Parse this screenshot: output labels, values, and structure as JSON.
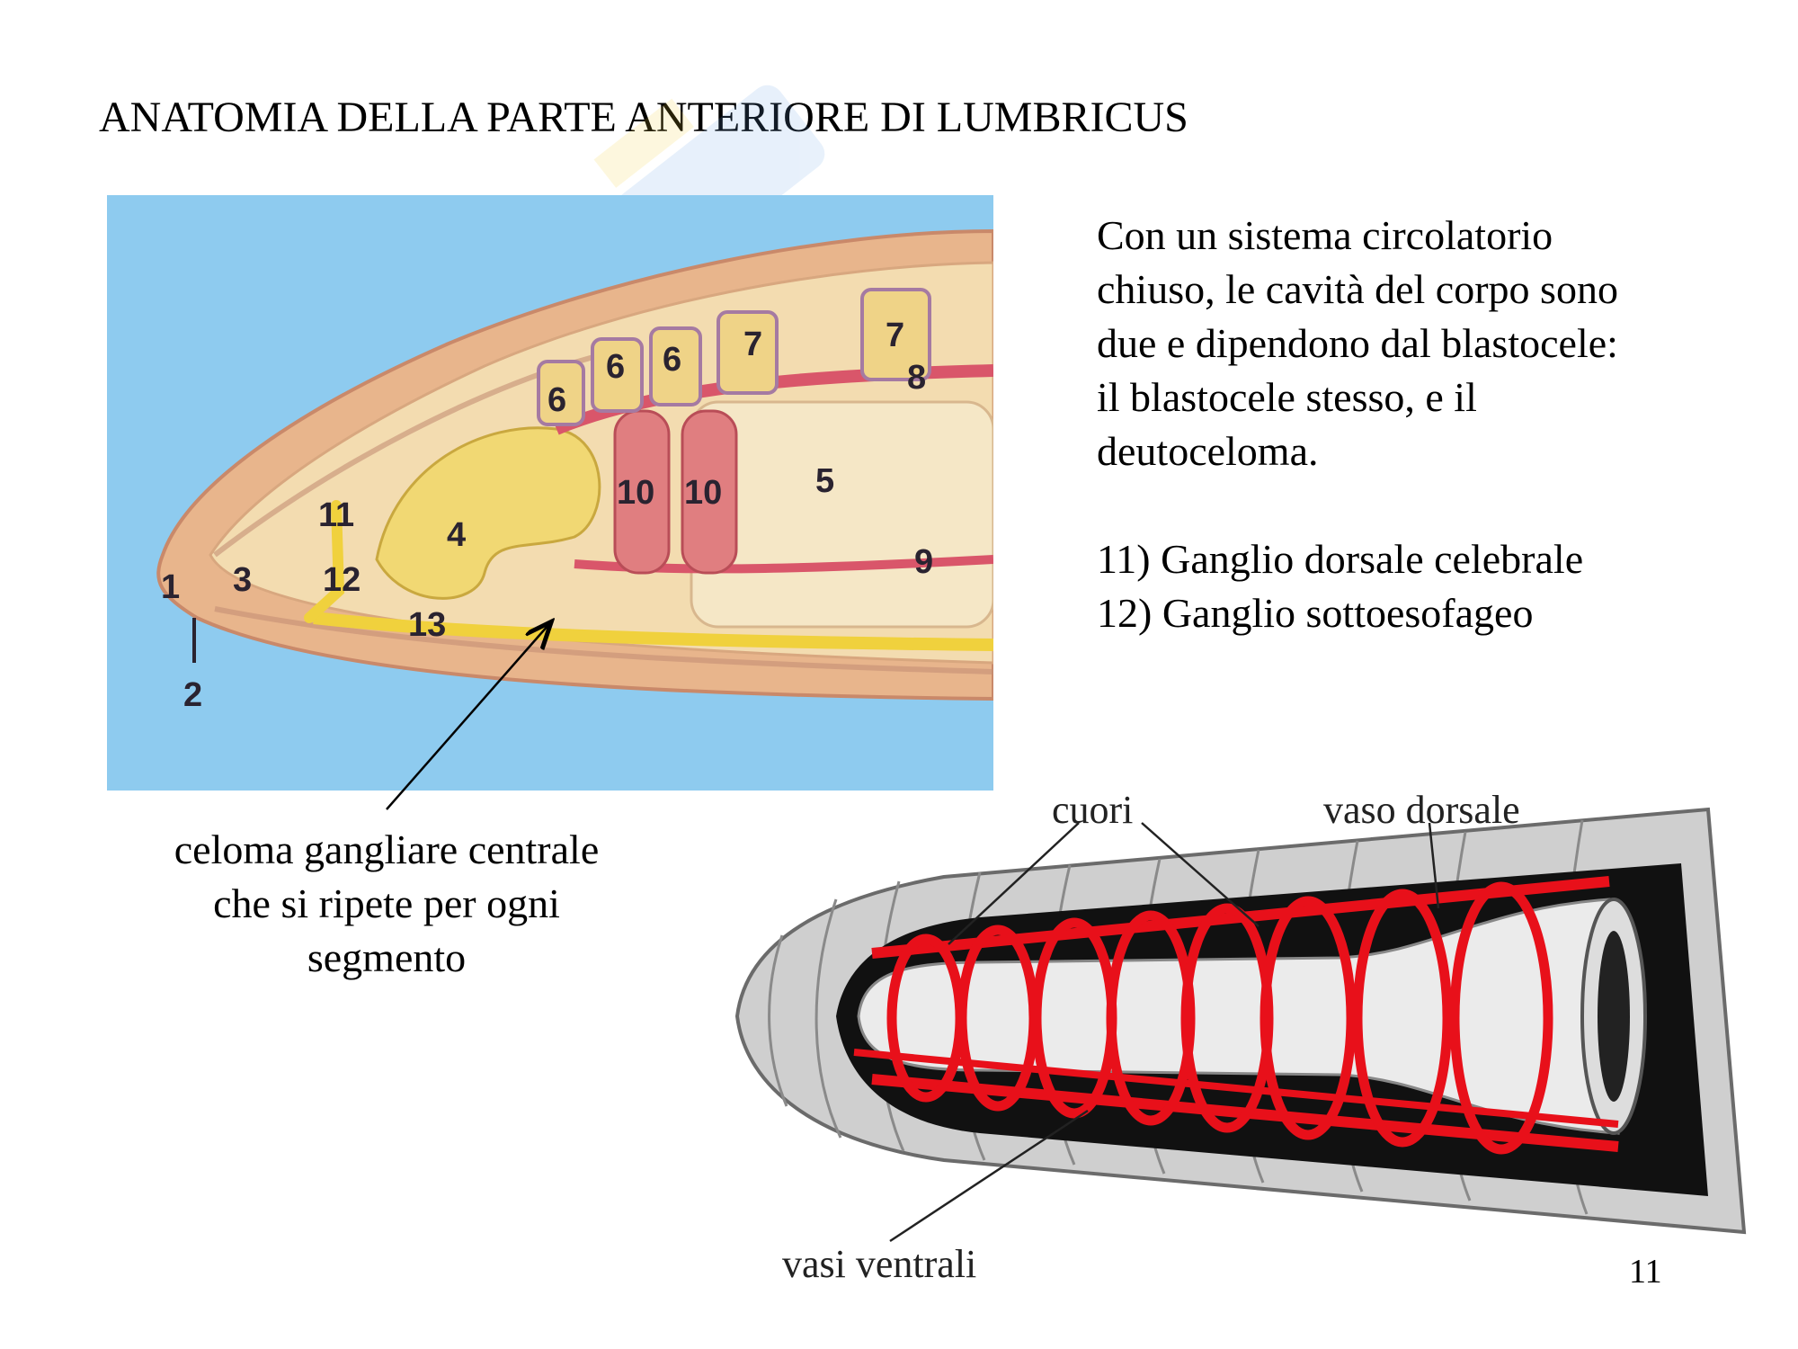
{
  "slide": {
    "title": "ANATOMIA DELLA PARTE ANTERIORE DI LUMBRICUS",
    "page_number": "11"
  },
  "figure_top": {
    "labels": [
      "1",
      "2",
      "3",
      "4",
      "5",
      "6",
      "6",
      "6",
      "7",
      "7",
      "8",
      "9",
      "10",
      "10",
      "11",
      "12",
      "13"
    ],
    "background_color": "#8ecbef"
  },
  "body": {
    "paragraph_lines": [
      "Con un sistema circolatorio",
      "chiuso, le cavità del corpo sono",
      "due e dipendono dal blastocele:",
      "il blastocele stesso, e il",
      "deutoceloma."
    ],
    "legend": [
      "11) Ganglio dorsale celebrale",
      "12) Ganglio sottoesofageo"
    ]
  },
  "caption": {
    "lines": [
      "celoma gangliare centrale",
      "che si ripete per ogni",
      "segmento"
    ]
  },
  "figure_bottom": {
    "labels": {
      "hearts": "cuori",
      "dorsal_vessel": "vaso dorsale",
      "ventral_vessels": "vasi  ventrali"
    },
    "vessel_color": "#e8101a"
  }
}
